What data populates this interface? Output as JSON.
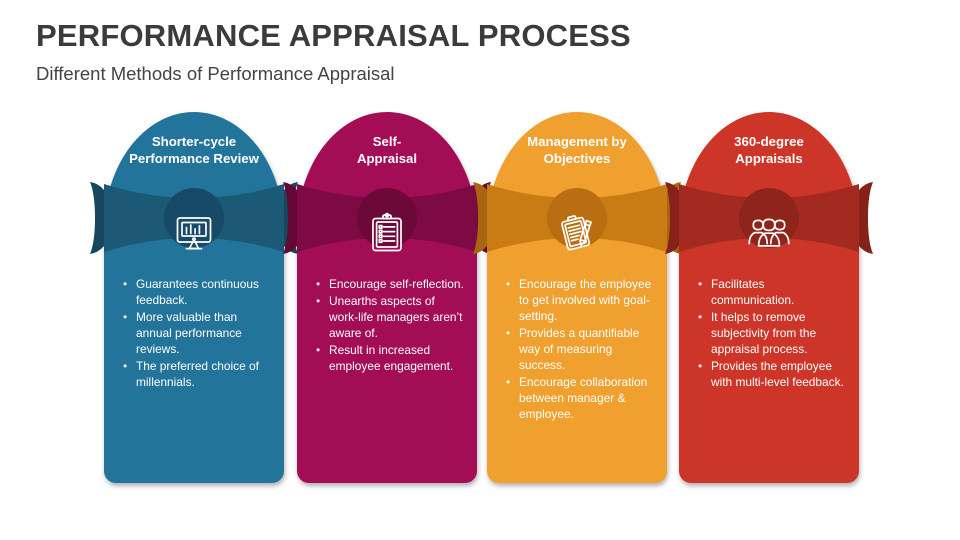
{
  "header": {
    "title": "PERFORMANCE APPRAISAL PROCESS",
    "subtitle": "Different Methods of Performance Appraisal"
  },
  "bullet_marker": "•",
  "cards": [
    {
      "title": "Shorter-cycle\nPerformance Review",
      "icon": "monitor-bar-chart-icon",
      "base_color": "#23749b",
      "ribbon_color": "#1c5976",
      "ribbon_fold_color": "#17475e",
      "circle_color": "#164a66",
      "bullets": [
        "Guarantees continuous feedback.",
        "More valuable than annual performance reviews.",
        "The preferred choice of millennials."
      ]
    },
    {
      "title": "Self-\nAppraisal",
      "icon": "clipboard-checklist-icon",
      "base_color": "#a30d56",
      "ribbon_color": "#7d0a43",
      "ribbon_fold_color": "#660835",
      "circle_color": "#6d0939",
      "bullets": [
        "Encourage self-reflection.",
        "Unearths aspects of work-life managers aren’t aware of.",
        "Result in increased employee engagement."
      ]
    },
    {
      "title": "Management by\nObjectives",
      "icon": "notepad-pencil-icon",
      "base_color": "#f0a02e",
      "ribbon_color": "#c97c13",
      "ribbon_fold_color": "#a96510",
      "circle_color": "#b96f11",
      "bullets": [
        "Encourage the employee to get involved with goal-setting.",
        "Provides a quantifiable way of measuring success.",
        "Encourage collaboration between manager & employee."
      ]
    },
    {
      "title": "360-degree\nAppraisals",
      "icon": "group-people-icon",
      "base_color": "#cc3528",
      "ribbon_color": "#a32a20",
      "ribbon_fold_color": "#86221a",
      "circle_color": "#8f241b",
      "bullets": [
        "Facilitates communication.",
        "It helps to remove subjectivity from the appraisal process.",
        "Provides the employee with multi-level feedback."
      ]
    }
  ]
}
